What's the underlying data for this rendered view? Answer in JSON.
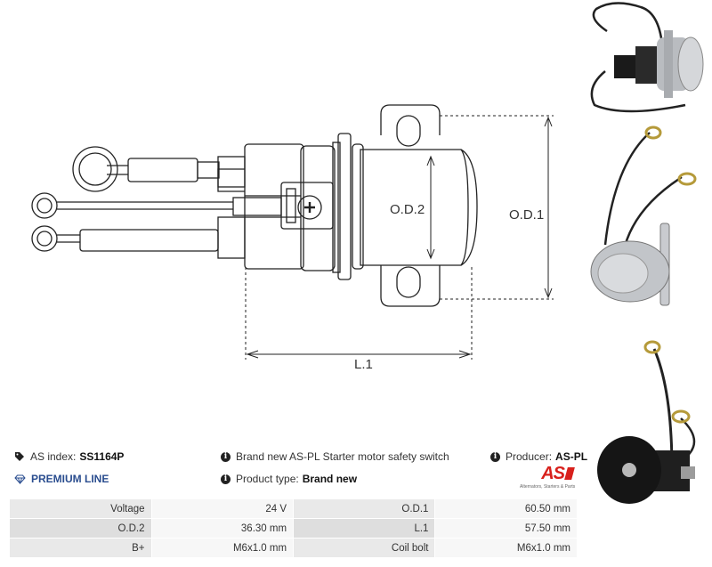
{
  "dimensions": {
    "od1_label": "O.D.1",
    "od2_label": "O.D.2",
    "l1_label": "L.1"
  },
  "product": {
    "as_index_label": "AS index:",
    "as_index_value": "SS1164P",
    "line": "PREMIUM LINE",
    "description": "Brand new AS-PL Starter motor safety switch",
    "type_label": "Product type:",
    "type_value": "Brand new",
    "producer_label": "Producer:",
    "producer_value": "AS-PL"
  },
  "logo": {
    "mark": "AS",
    "tagline": "Alternators, Starters & Parts"
  },
  "specs": {
    "rows": [
      [
        {
          "label": "Voltage",
          "value": "24 V"
        },
        {
          "label": "O.D.1",
          "value": "60.50 mm"
        }
      ],
      [
        {
          "label": "O.D.2",
          "value": "36.30 mm"
        },
        {
          "label": "L.1",
          "value": "57.50 mm"
        }
      ],
      [
        {
          "label": "B+",
          "value": "M6x1.0 mm"
        },
        {
          "label": "Coil bolt",
          "value": "M6x1.0 mm"
        }
      ]
    ]
  },
  "colors": {
    "premium": "#2a4d8f",
    "brand_red": "#d8201c"
  }
}
